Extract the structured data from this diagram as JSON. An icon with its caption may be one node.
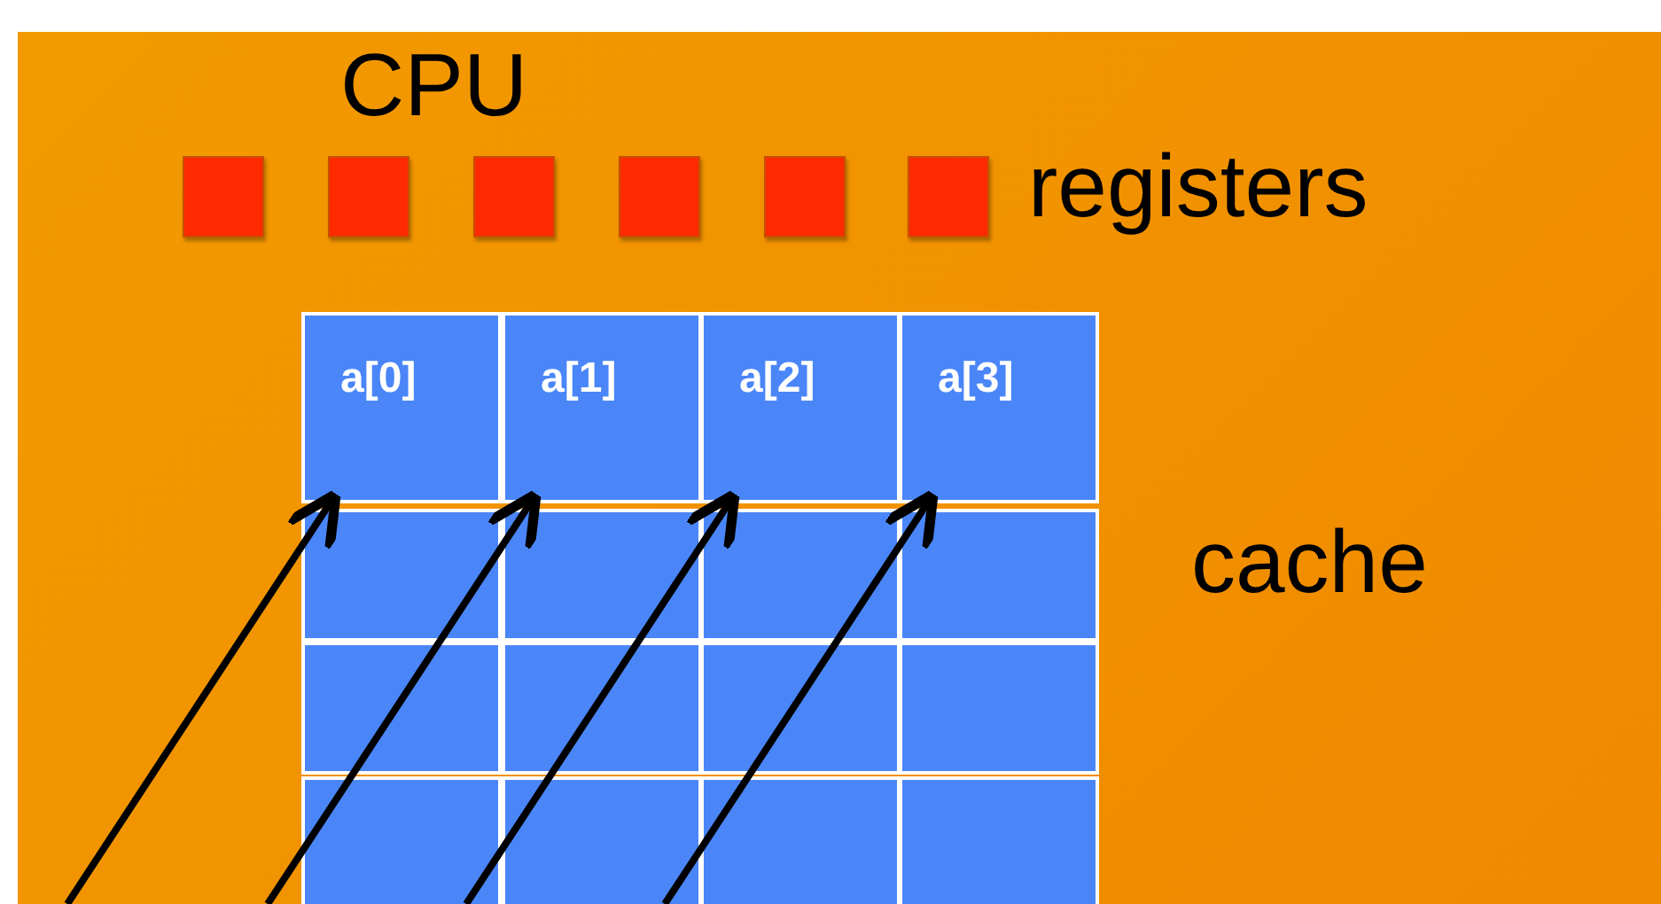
{
  "diagram": {
    "nodes": [
      {
        "text": [
          "CPU"
        ]
      },
      {
        "text": [],
        "shape": "box",
        "in": 0
      },
      {
        "text": [],
        "shape": "box",
        "in": 0
      },
      {
        "text": [],
        "shape": "box",
        "in": 0
      },
      {
        "text": [],
        "shape": "box",
        "in": 0
      },
      {
        "text": [],
        "shape": "box",
        "in": 0
      },
      {
        "text": [],
        "shape": "box",
        "in": 0
      },
      {
        "text": [
          "a[0]"
        ],
        "in": 0
      },
      {
        "text": [
          "a[1]"
        ],
        "in": 0
      },
      {
        "text": [
          "a[2]"
        ],
        "in": 0
      },
      {
        "text": [
          "a[3]"
        ],
        "in": 0
      }
    ],
    "edges": [
      {
        "from": null,
        "to": 7,
        "arrow": "to"
      },
      {
        "from": null,
        "to": 8,
        "arrow": "to"
      },
      {
        "from": null,
        "to": 9,
        "arrow": "to"
      },
      {
        "from": null,
        "to": 10,
        "arrow": "to"
      }
    ],
    "labels": [
      "registers",
      "cache"
    ]
  }
}
